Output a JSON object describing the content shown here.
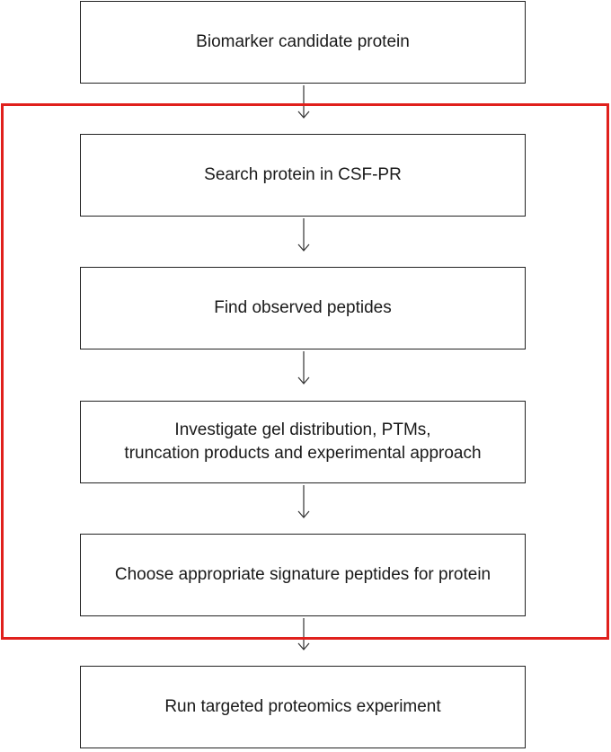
{
  "flowchart": {
    "steps": [
      {
        "text": "Biomarker candidate protein"
      },
      {
        "text": "Search protein in CSF-PR"
      },
      {
        "text": "Find observed peptides"
      },
      {
        "text": "Investigate gel distribution, PTMs,\ntruncation products and experimental approach"
      },
      {
        "text": "Choose appropriate signature peptides for protein"
      },
      {
        "text": "Run targeted proteomics experiment"
      }
    ],
    "colors": {
      "box_border": "#222222",
      "highlight_frame": "#e0201c",
      "arrow": "#333333"
    }
  }
}
